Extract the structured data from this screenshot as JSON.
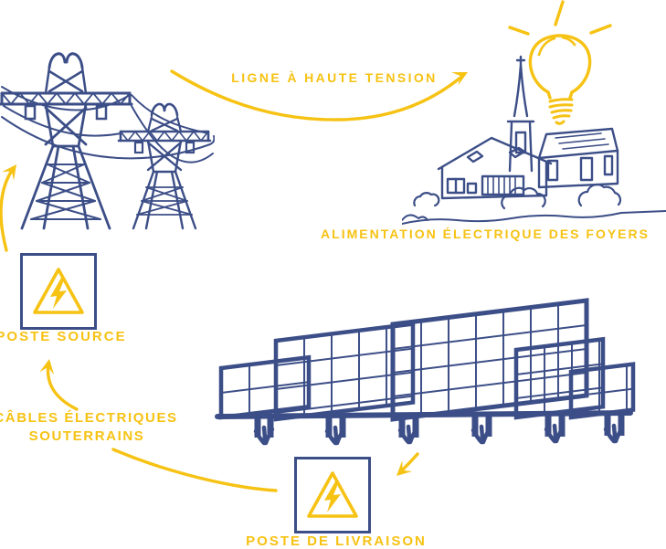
{
  "diagram": {
    "description": "Electricity distribution flow diagram from solar farm to homes",
    "colors": {
      "accent_yellow": "#F6C213",
      "line_blue": "#3C4E87",
      "background": "#FFFFFF"
    },
    "labels": {
      "high_voltage_line": "LIGNE À HAUTE TENSION",
      "homes_supply": "ALIMENTATION ÉLECTRIQUE DES FOYERS",
      "source_substation": "POSTE SOURCE",
      "underground_cables_line1": "CÂBLES ÉLECTRIQUES",
      "underground_cables_line2": "SOUTERRAINS",
      "delivery_substation": "POSTE DE LIVRAISON"
    },
    "icons": {
      "pylons": "high-voltage-pylons-illustration",
      "village": "village-houses-church-illustration",
      "bulb": "glowing-light-bulb-icon",
      "solar": "solar-panel-farm-illustration",
      "warning_source": "high-voltage-warning-triangle-icon",
      "warning_delivery": "high-voltage-warning-triangle-icon"
    },
    "flow": [
      "solar farm",
      "poste de livraison",
      "câbles électriques souterrains",
      "poste source",
      "ligne à haute tension",
      "alimentation électrique des foyers"
    ]
  }
}
